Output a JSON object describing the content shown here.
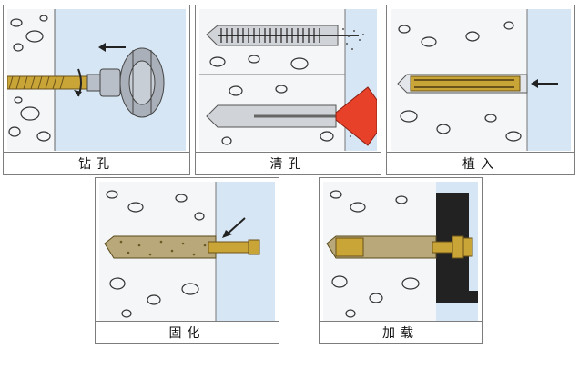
{
  "steps": [
    {
      "caption": "钻孔"
    },
    {
      "caption": "清孔"
    },
    {
      "caption": "植入"
    },
    {
      "caption": "固化"
    },
    {
      "caption": "加载"
    }
  ],
  "colors": {
    "wall_blue": "#d6e6f4",
    "concrete": "#f4f6f8",
    "rod_gold": "#c9a437",
    "drill_gray": "#b8bfc8",
    "nozzle_red": "#e8412a",
    "steel_dark": "#2a2a2a",
    "outline": "#7d7d7d"
  }
}
